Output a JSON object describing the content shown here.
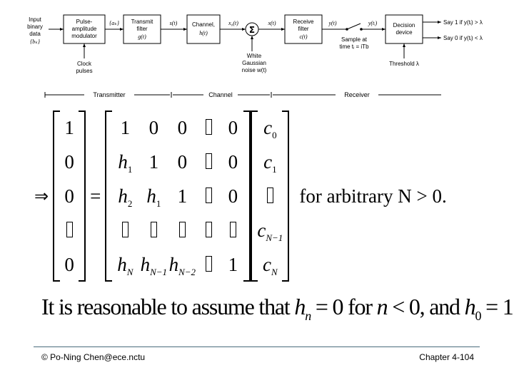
{
  "diagram": {
    "input_label": [
      "Input",
      "binary",
      "data",
      "{bₖ}"
    ],
    "blocks": [
      {
        "id": "pam",
        "lines": [
          "Pulse-",
          "amplitude",
          "modulator"
        ]
      },
      {
        "id": "tx",
        "lines": [
          "Transmit",
          "filter",
          "g(t)"
        ]
      },
      {
        "id": "ch",
        "lines": [
          "Channel,",
          "h(t)"
        ]
      },
      {
        "id": "rx",
        "lines": [
          "Receive",
          "filter",
          "c(t)"
        ]
      },
      {
        "id": "dec",
        "lines": [
          "Decision",
          "device"
        ]
      }
    ],
    "signals": {
      "ak": "{aₖ}",
      "s": "s(t)",
      "x0": "x₀(t)",
      "x": "x(t)",
      "y": "y(t)",
      "yti": "y(tᵢ)"
    },
    "sum_symbol": "Σ",
    "clock": [
      "Clock",
      "pulses"
    ],
    "noise": [
      "White",
      "Gaussian",
      "noise w(t)"
    ],
    "sample": [
      "Sample at",
      "time tᵢ = iTb"
    ],
    "threshold": "Threshold λ",
    "outputs": [
      "Say 1 if y(tᵢ) > λ",
      "Say 0 if y(tᵢ) < λ"
    ],
    "segments": [
      "Transmitter",
      "Channel",
      "Receiver"
    ]
  },
  "equation": {
    "implies": "⇒",
    "equals": "=",
    "lhs": [
      "1",
      "0",
      "0",
      "",
      "0"
    ],
    "matrix": [
      [
        {
          "b": "1"
        },
        {
          "b": "0"
        },
        {
          "b": "0"
        },
        {
          "box": true
        },
        {
          "b": "0"
        }
      ],
      [
        {
          "b": "h",
          "s": "1"
        },
        {
          "b": "1"
        },
        {
          "b": "0"
        },
        {
          "box": true
        },
        {
          "b": "0"
        }
      ],
      [
        {
          "b": "h",
          "s": "2"
        },
        {
          "b": "h",
          "s": "1"
        },
        {
          "b": "1"
        },
        {
          "box": true
        },
        {
          "b": "0"
        }
      ],
      [
        {
          "box": true
        },
        {
          "box": true
        },
        {
          "box": true
        },
        {
          "box": true
        },
        {
          "box": true
        }
      ],
      [
        {
          "b": "h",
          "s": "N"
        },
        {
          "b": "h",
          "s": "N−1"
        },
        {
          "b": "h",
          "s": "N−2"
        },
        {
          "box": true
        },
        {
          "b": "1"
        }
      ]
    ],
    "coeffs": [
      {
        "b": "c",
        "s": "0"
      },
      {
        "b": "c",
        "s": "1"
      },
      {
        "box": true
      },
      {
        "b": "c",
        "s": "N−1"
      },
      {
        "b": "c",
        "s": "N"
      }
    ],
    "condition": "for arbitrary N > 0."
  },
  "statement": {
    "part1": "It is reasonable to assume that ",
    "h1": "h",
    "sub1": "n",
    "part2": " = 0 for ",
    "n": "n",
    "part3": " < 0, and ",
    "h2": "h",
    "sub2": "0",
    "part4": " = 1."
  },
  "footer": {
    "left": "© Po-Ning Chen@ece.nctu",
    "right": "Chapter 4-104"
  }
}
